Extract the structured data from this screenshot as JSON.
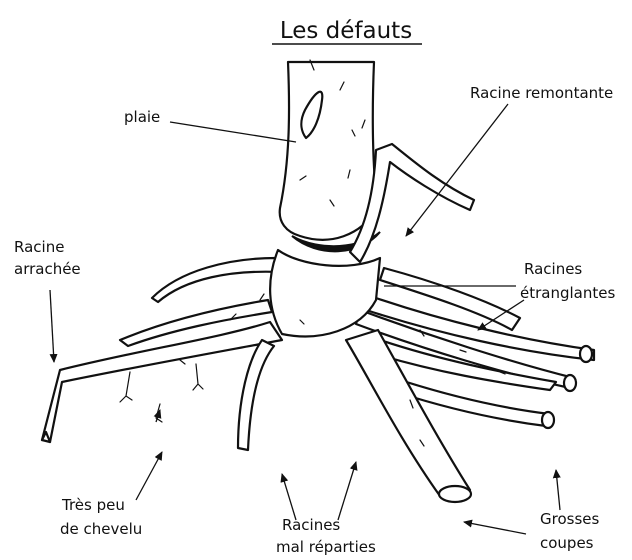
{
  "title": "Les défauts",
  "labels": {
    "plaie": "plaie",
    "racine_remontante": "Racine remontante",
    "racine_arrachee_1": "Racine",
    "racine_arrachee_2": "arrachée",
    "racines_etranglantes_1": "Racines",
    "racines_etranglantes_2": "étranglantes",
    "tres_peu_1": "Très peu",
    "tres_peu_2": "de chevelu",
    "mal_reparties_1": "Racines",
    "mal_reparties_2": "mal réparties",
    "grosses_coupes_1": "Grosses",
    "grosses_coupes_2": "coupes"
  }
}
